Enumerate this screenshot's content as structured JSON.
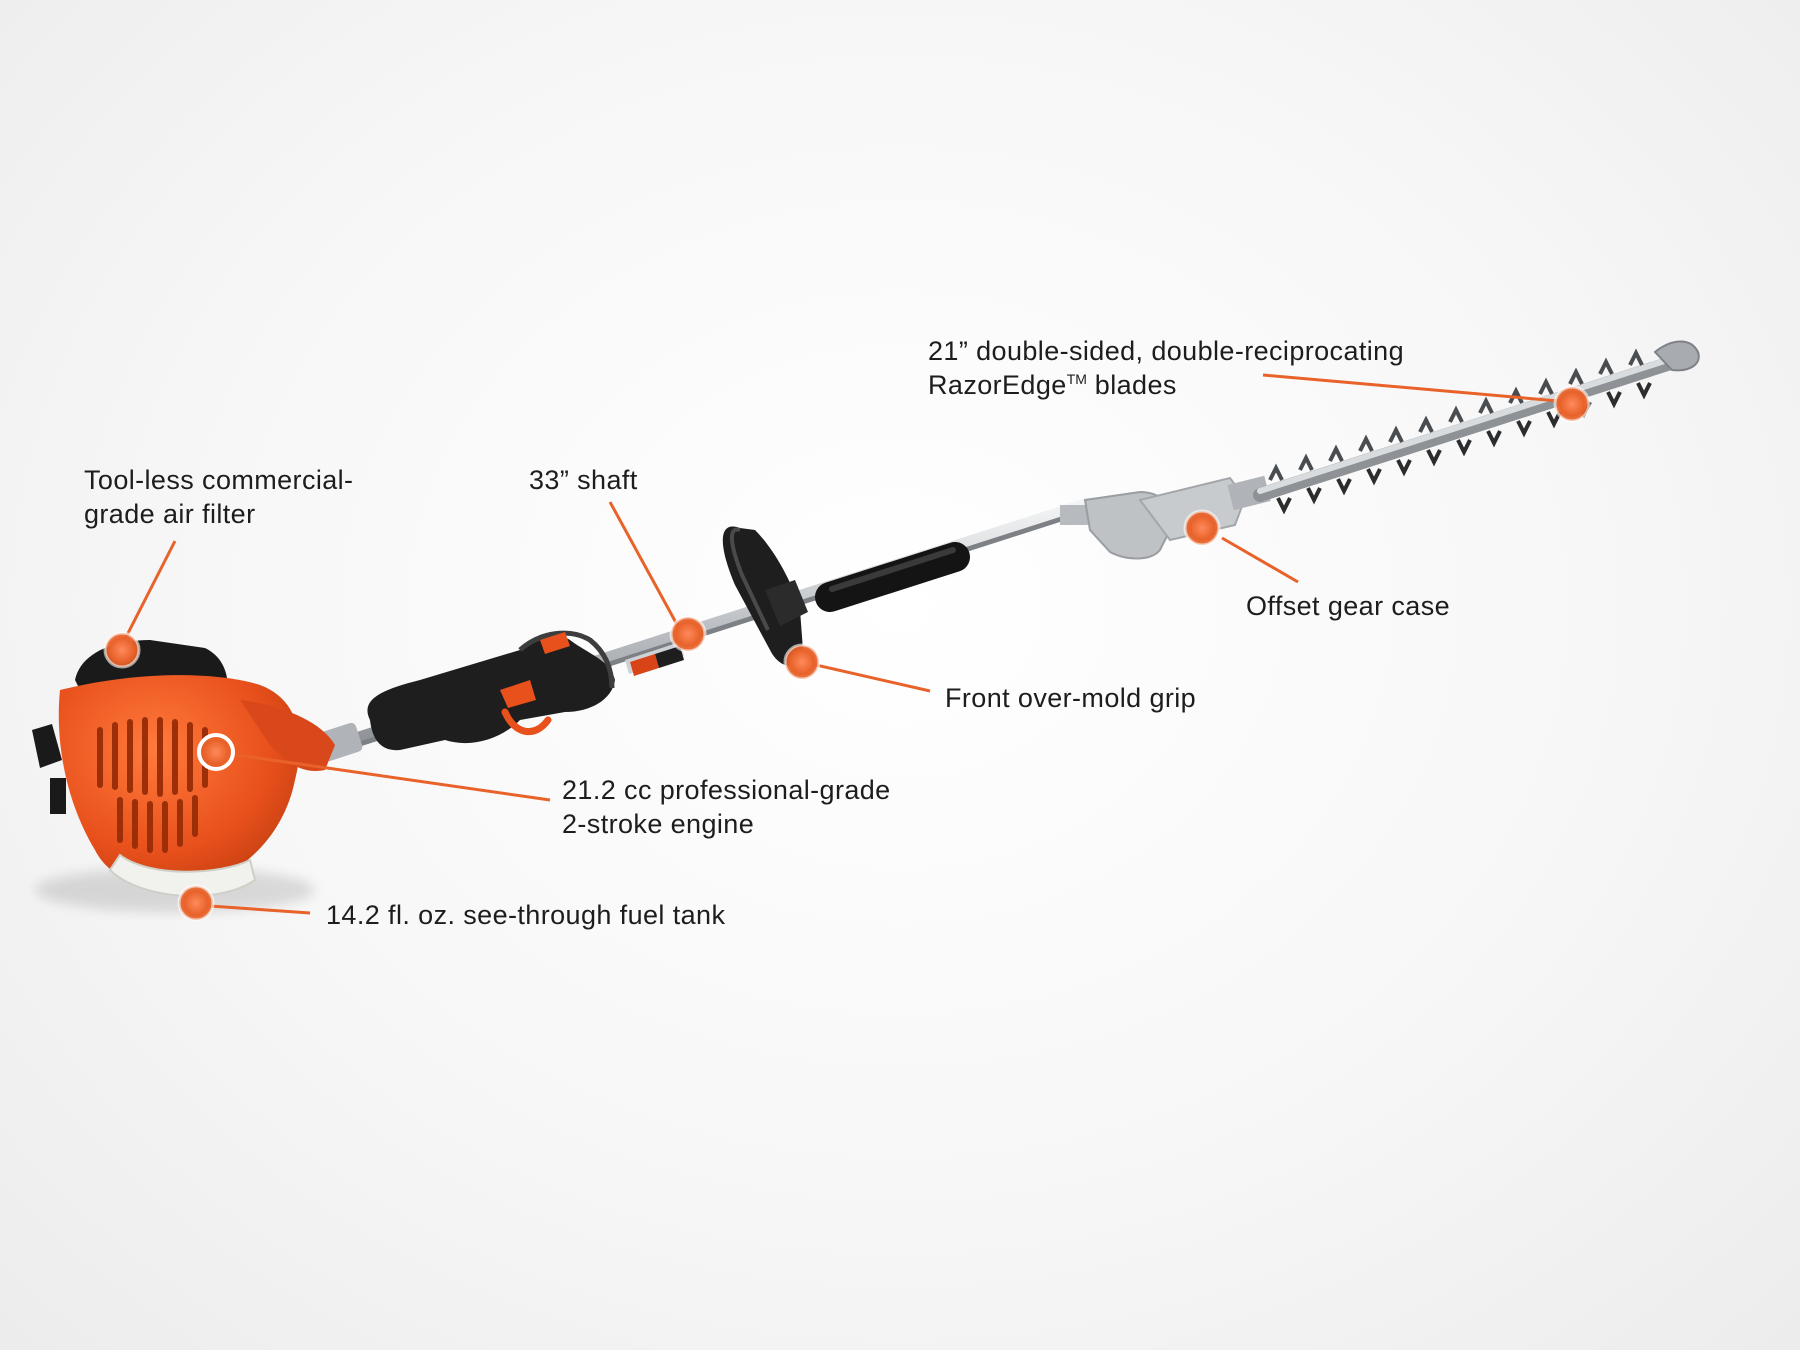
{
  "callouts": {
    "blades": {
      "line1": "21” double-sided, double-reciprocating",
      "line2": "RazorEdge",
      "trademark": "TM",
      "line2_suffix": " blades"
    },
    "air_filter": {
      "line1": "Tool-less commercial-",
      "line2": "grade air filter"
    },
    "shaft": {
      "line1": "33” shaft"
    },
    "gear_case": {
      "line1": "Offset gear case"
    },
    "front_grip": {
      "line1": "Front over-mold grip"
    },
    "engine": {
      "line1": "21.2 cc professional-grade",
      "line2": "2-stroke engine"
    },
    "fuel_tank": {
      "line1": "14.2 fl. oz. see-through fuel tank"
    }
  },
  "colors": {
    "accent": "#e8622a",
    "engine_orange": "#e8501c",
    "grip_black": "#1e1e1e",
    "shaft_silver": "#c9ccd0"
  }
}
